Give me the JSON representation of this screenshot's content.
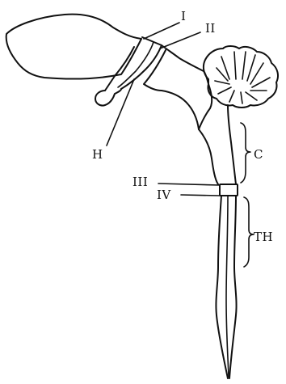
{
  "labels": {
    "I": "I",
    "II": "II",
    "H": "H",
    "III": "III",
    "IV": "IV",
    "C": "C",
    "TH": "TH"
  }
}
